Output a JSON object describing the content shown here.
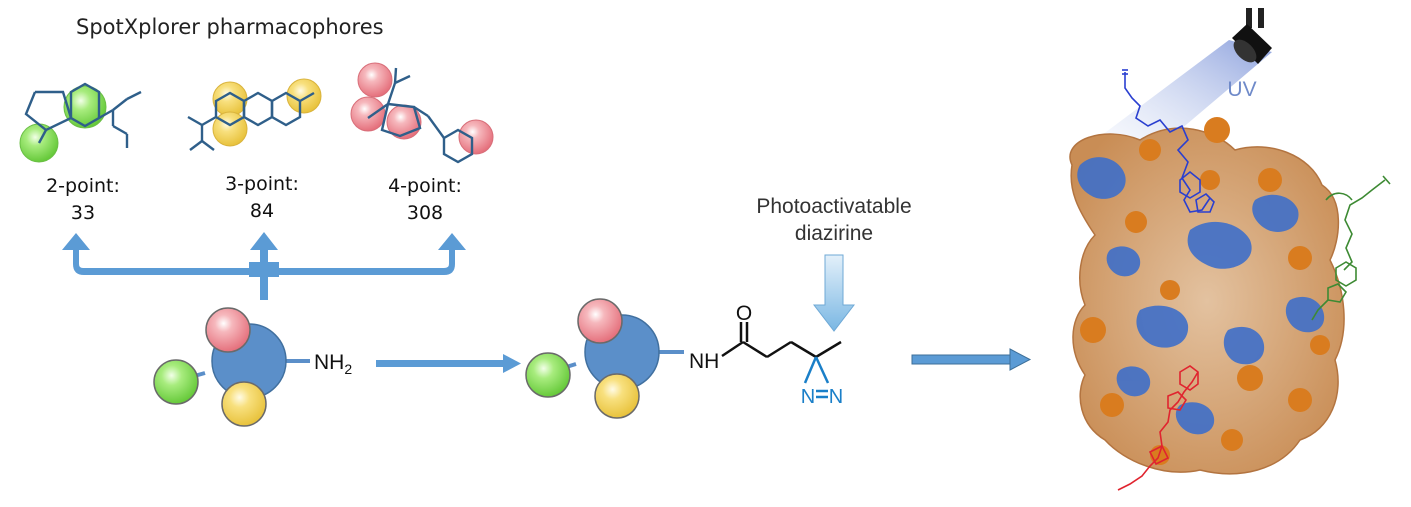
{
  "title": "SpotXplorer pharmacophores",
  "pharmacophores": [
    {
      "label": "2-point:",
      "count": "33"
    },
    {
      "label": "3-point:",
      "count": "84"
    },
    {
      "label": "4-point:",
      "count": "308"
    }
  ],
  "amine_label": "NH",
  "amine_subscript": "2",
  "amide_nh_label": "NH",
  "carbonyl_o_label": "O",
  "diazirine_n_label": "N",
  "diazirine_caption_line1": "Photoactivatable",
  "diazirine_caption_line2": "diazirine",
  "uv_label": "UV",
  "colors": {
    "arrow_blue": "#5b9bd5",
    "core_blue": "#5b8fc9",
    "feature_red": "#f08a94",
    "feature_green": "#86dc5a",
    "feature_yellow": "#f5d65a",
    "skeleton_blue": "#2f5f8a",
    "diazirine_blue": "#1a7fc8",
    "probe_blue": "#2a3fd0",
    "probe_green": "#3d8a33",
    "probe_red": "#e0242f",
    "surface_orange": "#d98a3c",
    "surface_blue": "#3f6fc9"
  }
}
